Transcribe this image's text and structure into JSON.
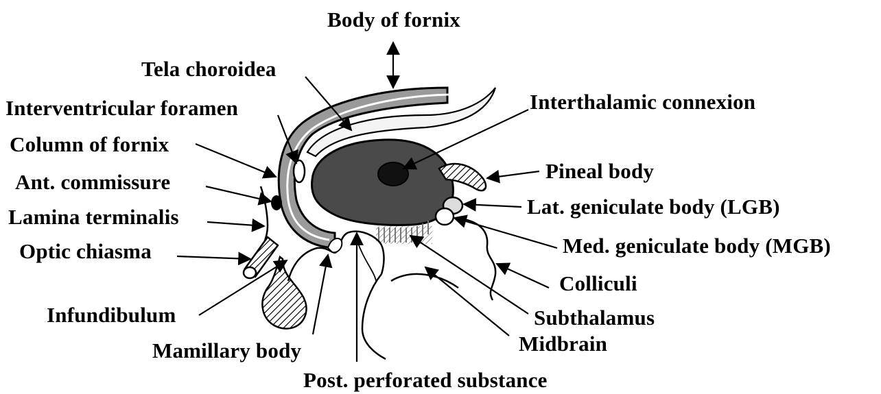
{
  "colors": {
    "ink": "#000000",
    "thalamus_fill": "#4a4a4a",
    "tissue_fill": "#e6e6e6",
    "background": "#ffffff"
  },
  "labels": {
    "body_of_fornix": "Body of fornix",
    "tela_choroidea": "Tela choroidea",
    "interventricular_foramen": "Interventricular foramen",
    "column_of_fornix": "Column of fornix",
    "ant_commissure": "Ant. commissure",
    "lamina_terminalis": "Lamina terminalis",
    "optic_chiasma": "Optic chiasma",
    "infundibulum": "Infundibulum",
    "mamillary_body": "Mamillary body",
    "post_perforated_substance": "Post. perforated substance",
    "midbrain": "Midbrain",
    "subthalamus": "Subthalamus",
    "colliculi": "Colliculi",
    "med_geniculate_body": "Med. geniculate body (MGB)",
    "lat_geniculate_body": "Lat. geniculate body (LGB)",
    "pineal_body": "Pineal body",
    "interthalamic_connexion": "Interthalamic connexion"
  }
}
